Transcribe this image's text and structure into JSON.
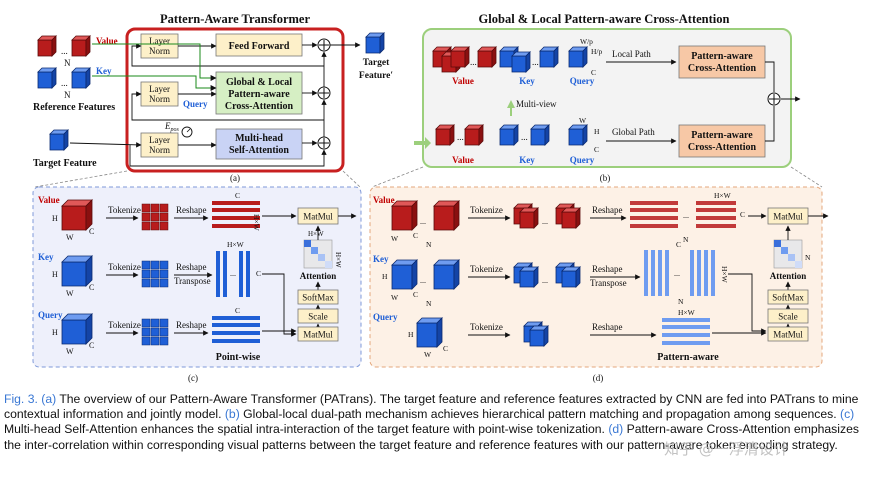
{
  "panel_a": {
    "title": "Pattern-Aware Transformer",
    "label": "(a)",
    "value": "Value",
    "key": "Key",
    "n": "N",
    "dots": "...",
    "reference_features": "Reference Features",
    "target_feature": "Target Feature",
    "target_feature_out": "Target",
    "target_feature_out2": "Feature′",
    "layer_norm_1": "Layer",
    "layer_norm_2": "Norm",
    "feed_forward": "Feed Forward",
    "gl_line1": "Global & Local",
    "gl_line2": "Pattern-aware",
    "gl_line3": "Cross-Attention",
    "query": "Query",
    "epos": "E",
    "epos_sub": "pos",
    "mh_line1": "Multi-head",
    "mh_line2": "Self-Attention"
  },
  "panel_b": {
    "title": "Global & Local Pattern-aware Cross-Attention",
    "label": "(b)",
    "wp": "W/p",
    "hp": "H/p",
    "c": "C",
    "w": "W",
    "h": "H",
    "local_path": "Local Path",
    "global_path": "Global Path",
    "pa_line1": "Pattern-aware",
    "pa_line2": "Cross-Attention",
    "multi_view": "Multi-view",
    "value": "Value",
    "key": "Key",
    "query": "Query"
  },
  "panel_c": {
    "label": "(c)",
    "value": "Value",
    "key": "Key",
    "query": "Query",
    "tokenize": "Tokenize",
    "reshape": "Reshape",
    "transpose": "Transpose",
    "hxw": "H×W",
    "c": "C",
    "h": "H",
    "w": "W",
    "matmul": "MatMul",
    "softmax": "SoftMax",
    "scale": "Scale",
    "attention": "Attention",
    "point_wise": "Point-wise"
  },
  "panel_d": {
    "label": "(d)",
    "value": "Value",
    "key": "Key",
    "query": "Query",
    "tokenize": "Tokenize",
    "reshape": "Reshape",
    "transpose": "Transpose",
    "hxw": "H×W",
    "n": "N",
    "c": "C",
    "h": "H",
    "w": "W",
    "matmul": "MatMul",
    "softmax": "SoftMax",
    "scale": "Scale",
    "attention": "Attention",
    "pattern_aware": "Pattern-aware"
  },
  "caption": {
    "fig": "Fig. 3.",
    "a": "(a)",
    "t1": " The overview of our Pattern-Aware Transformer (PATrans). The target feature and reference features extracted by CNN are fed into PATrans to mine contextual information and jointly model. ",
    "b": "(b)",
    "t2": " Global-local dual-path mechanism achieves hierarchical pattern matching and propagation among sequences. ",
    "c": "(c)",
    "t3": " Multi-head Self-Attention enhances the spatial intra-interaction of the target feature with point-wise tokenization. ",
    "d": "(d)",
    "t4": " Pattern-aware Cross-Attention emphasizes the inter-correlation within corresponding visual patterns between the target feature and reference features with our pattern-aware token encoding strategy."
  },
  "watermark": "知乎 @一浮清设计",
  "colors": {
    "red": "#b81c1c",
    "blue": "#1f5fd6",
    "green_box": "#d6efc4",
    "orange_box": "#f7c8a6",
    "purple_box": "#c9d3f5",
    "yellow_box": "#fdf0c9"
  }
}
